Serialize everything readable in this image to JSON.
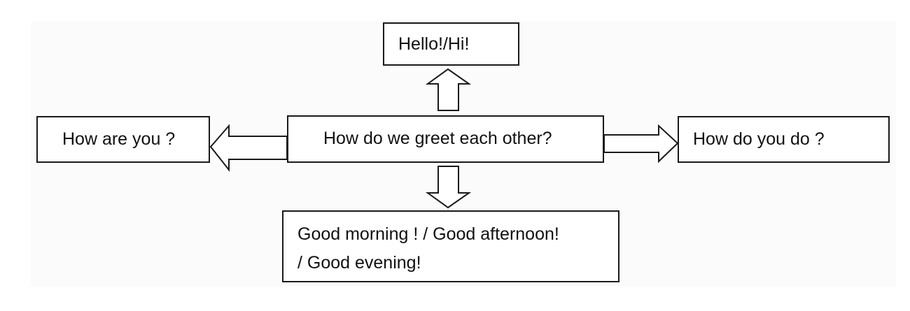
{
  "diagram": {
    "center": {
      "label": "How do we greet each other?"
    },
    "top": {
      "label": "Hello!/Hi!"
    },
    "left": {
      "label": "How are you ?"
    },
    "right": {
      "label": "How do you do ?"
    },
    "bottom": {
      "line1": "Good morning ! / Good afternoon!",
      "line2": "/ Good evening!"
    }
  },
  "colors": {
    "stroke": "#1a1a1a",
    "fill": "#ffffff",
    "text": "#111111"
  }
}
